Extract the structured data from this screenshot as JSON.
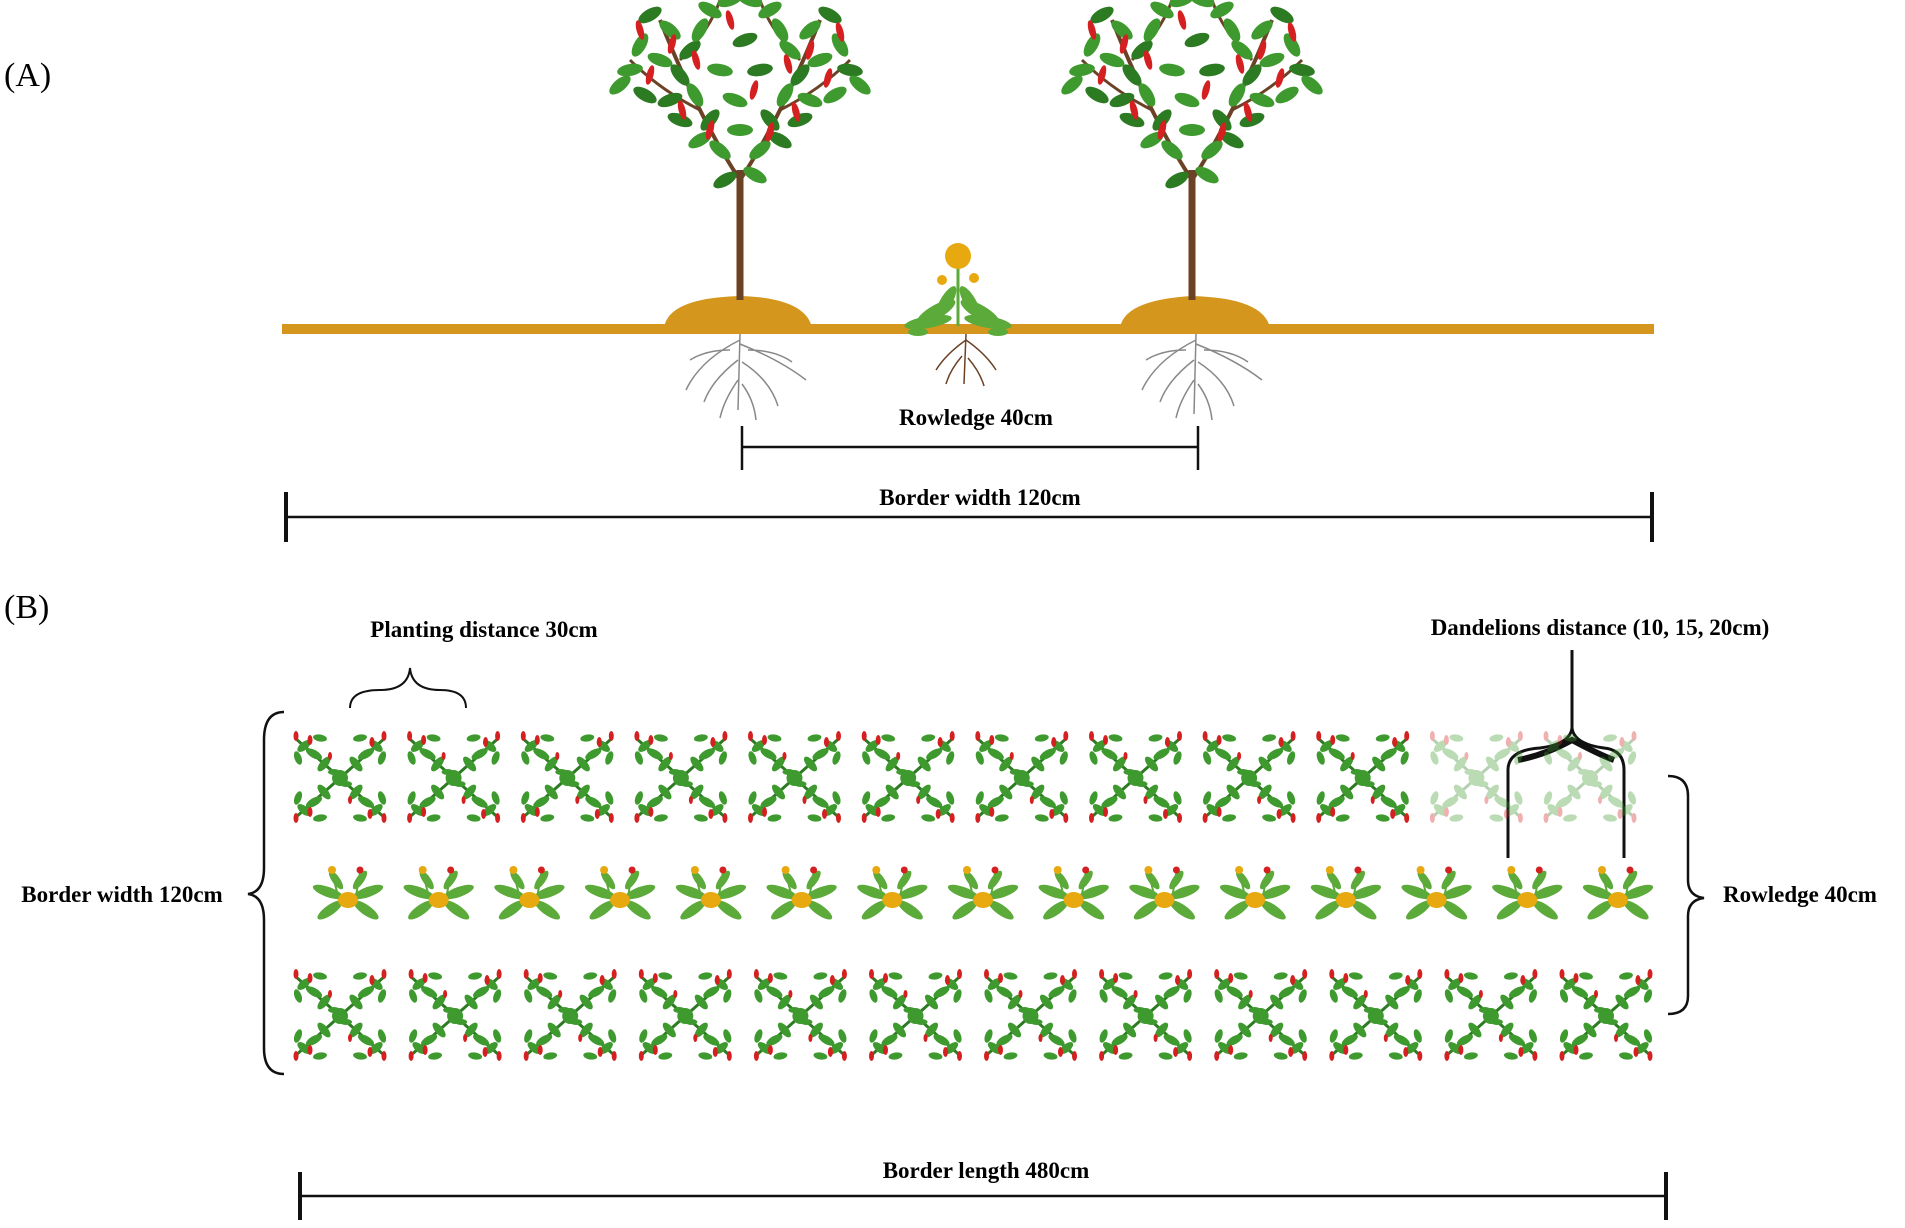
{
  "panel_a": {
    "label": "(A)",
    "rowledge_label": "Rowledge 40cm",
    "border_width_label": "Border width 120cm"
  },
  "panel_b": {
    "label": "(B)",
    "planting_distance_label": "Planting distance 30cm",
    "dandelion_distance_label": "Dandelions distance (10, 15, 20cm)",
    "border_width_label": "Border width 120cm",
    "rowledge_label": "Rowledge 40cm",
    "border_length_label": "Border length 480cm",
    "top_row_pepper_count": 12,
    "middle_row_dandelion_count": 15,
    "bottom_row_pepper_count": 12
  },
  "colors": {
    "soil": "#D4961C",
    "leaf": "#3E9A2E",
    "leaf_dark": "#2C7A22",
    "pepper": "#D42020",
    "stem": "#6B4226",
    "flower": "#E8A80F",
    "dandelion_leaf": "#5BAA3A"
  }
}
